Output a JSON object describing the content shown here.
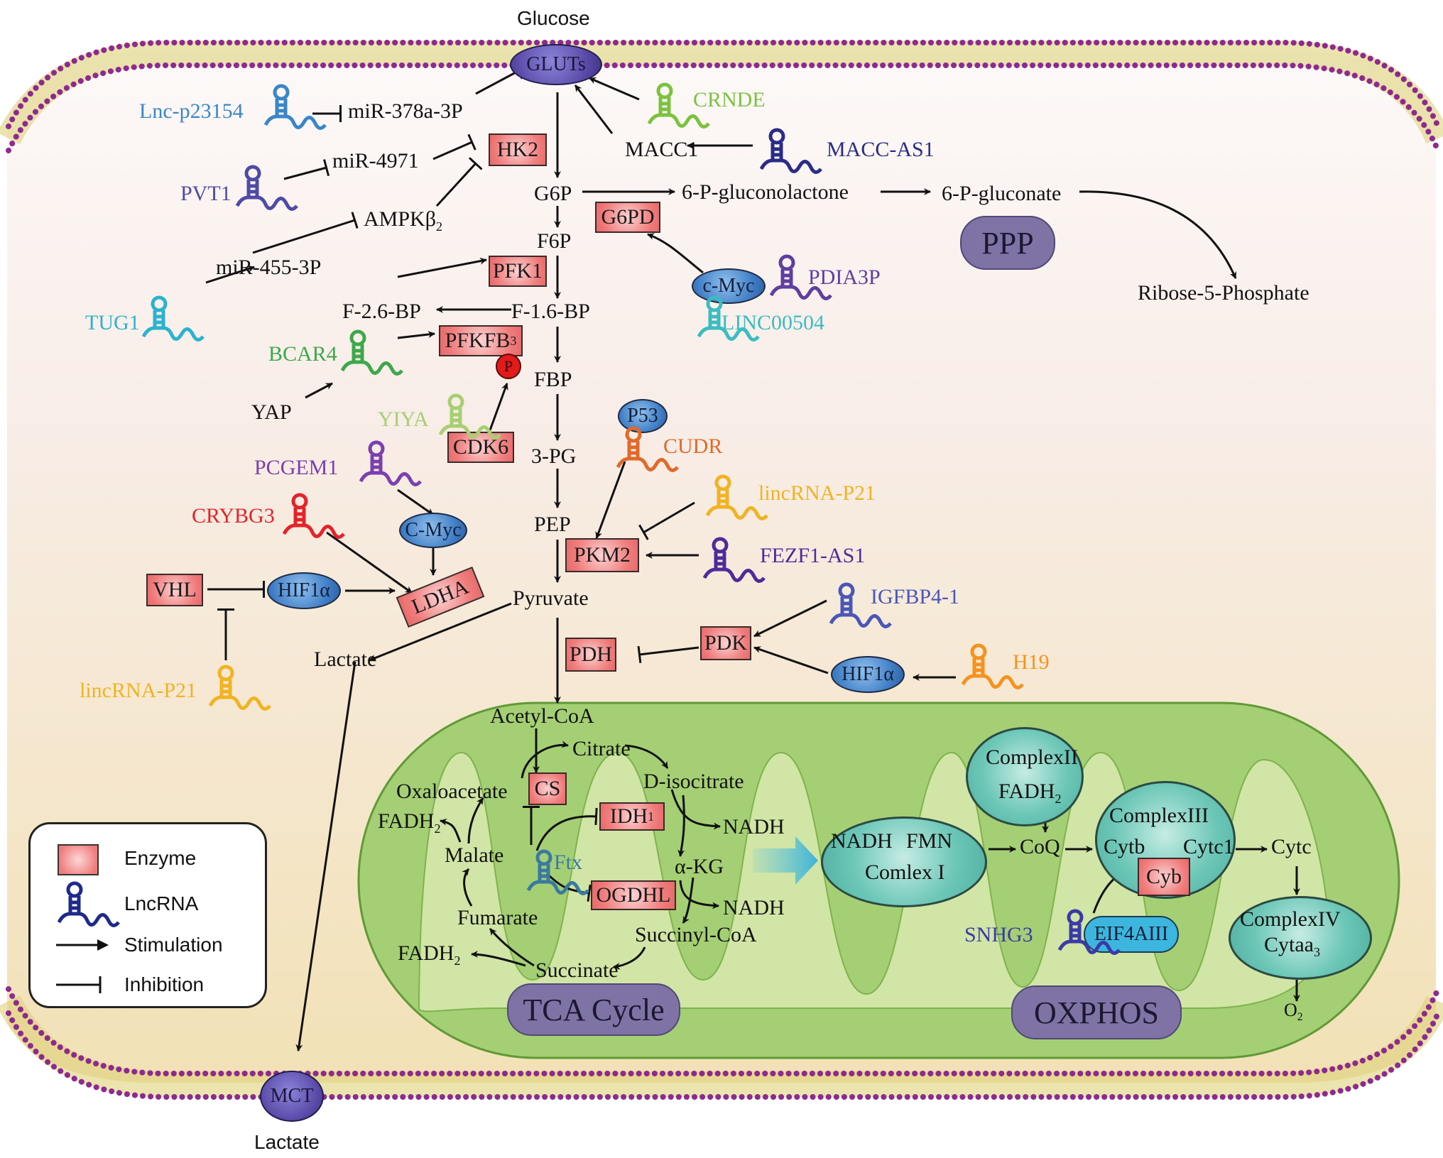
{
  "membrane": {
    "outside_top_label": "Glucose",
    "outside_bottom_label": "Lactate",
    "transporters": [
      "GLUTs",
      "MCT"
    ]
  },
  "glycolysis": {
    "metabolites": [
      "G6P",
      "F6P",
      "F-1.6-BP",
      "F-2.6-BP",
      "FBP",
      "3-PG",
      "PEP",
      "Pyruvate",
      "Lactate",
      "Acetyl-CoA"
    ],
    "enzymes": [
      "HK2",
      "PFK1",
      "PFKFB3",
      "CDK6",
      "PKM2",
      "LDHA",
      "VHL",
      "PDH",
      "PDK",
      "G6PD"
    ],
    "phospho_label": "P"
  },
  "regulators": {
    "mirnas": [
      "miR-378a-3P",
      "miR-4971",
      "miR-455-3P"
    ],
    "proteins": [
      "MACC1",
      "AMPKβ2",
      "YAP"
    ],
    "ovals": [
      "c-Myc",
      "C-Myc",
      "HIF1α",
      "HIF1α",
      "P53"
    ]
  },
  "lncrnas": [
    {
      "name": "Lnc-p23154",
      "color": "#3a86c8"
    },
    {
      "name": "CRNDE",
      "color": "#7cc23e"
    },
    {
      "name": "MACC-AS1",
      "color": "#2a2c86"
    },
    {
      "name": "PVT1",
      "color": "#4e4aa6"
    },
    {
      "name": "PDIA3P",
      "color": "#5e3fa0"
    },
    {
      "name": "LINC00504",
      "color": "#3bbcc0"
    },
    {
      "name": "TUG1",
      "color": "#2bb3cf"
    },
    {
      "name": "BCAR4",
      "color": "#3ea84a"
    },
    {
      "name": "YIYA",
      "color": "#a8cf72"
    },
    {
      "name": "PCGEM1",
      "color": "#7b3fb0"
    },
    {
      "name": "CRYBG3",
      "color": "#e4232a"
    },
    {
      "name": "CUDR",
      "color": "#e06a2a"
    },
    {
      "name": "lincRNA-P21",
      "color": "#f0b322"
    },
    {
      "name": "FEZF1-AS1",
      "color": "#4f2a9a"
    },
    {
      "name": "IGFBP4-1",
      "color": "#4a56b8"
    },
    {
      "name": "H19",
      "color": "#f5921e"
    },
    {
      "name": "lincRNA-P21",
      "color": "#f0b322"
    },
    {
      "name": "Ftx",
      "color": "#3a7aa0"
    },
    {
      "name": "SNHG3",
      "color": "#3a3aa8"
    }
  ],
  "ppp": {
    "label": "PPP",
    "metabolites": [
      "6-P-gluconolactone",
      "6-P-gluconate",
      "Ribose-5-Phosphate"
    ]
  },
  "tca": {
    "label": "TCA Cycle",
    "metabolites": [
      "Citrate",
      "D-isocitrate",
      "NADH",
      "α-KG",
      "NADH",
      "Succinyl-CoA",
      "Succinate",
      "FADH2",
      "Fumarate",
      "Malate",
      "FADH2",
      "Oxaloacetate"
    ],
    "enzymes": [
      "CS",
      "IDH1",
      "OGDHL"
    ]
  },
  "oxphos": {
    "label": "OXPHOS",
    "complex1": {
      "line1": "NADH",
      "line2": "FMN",
      "line3": "Comlex I"
    },
    "complex2": {
      "line1": "ComplexII",
      "line2": "FADH2"
    },
    "complex3": {
      "line1": "ComplexIII",
      "line2a": "Cytb",
      "line2b": "Cytc1",
      "enzyme": "Cyb"
    },
    "complex4": {
      "line1": "ComplexIV",
      "line2": "Cytaa3"
    },
    "coq": "CoQ",
    "cytc": "Cytc",
    "o2": "O2",
    "eif": "EIF4AIII"
  },
  "legend": {
    "items": [
      {
        "symbol": "enzyme-box",
        "label": "Enzyme"
      },
      {
        "symbol": "lncrna",
        "label": "LncRNA"
      },
      {
        "symbol": "arrow",
        "label": "Stimulation"
      },
      {
        "symbol": "tbar",
        "label": "Inhibition"
      }
    ]
  },
  "colors": {
    "enzyme": "#f07c7c",
    "membrane_head": "#8e2a8e",
    "mito_outer": "#a5cf74",
    "mito_inner": "#d3e6a8",
    "cytoplasm_top": "#fbf4f0",
    "cytoplasm_bottom": "#f3e3bb"
  }
}
